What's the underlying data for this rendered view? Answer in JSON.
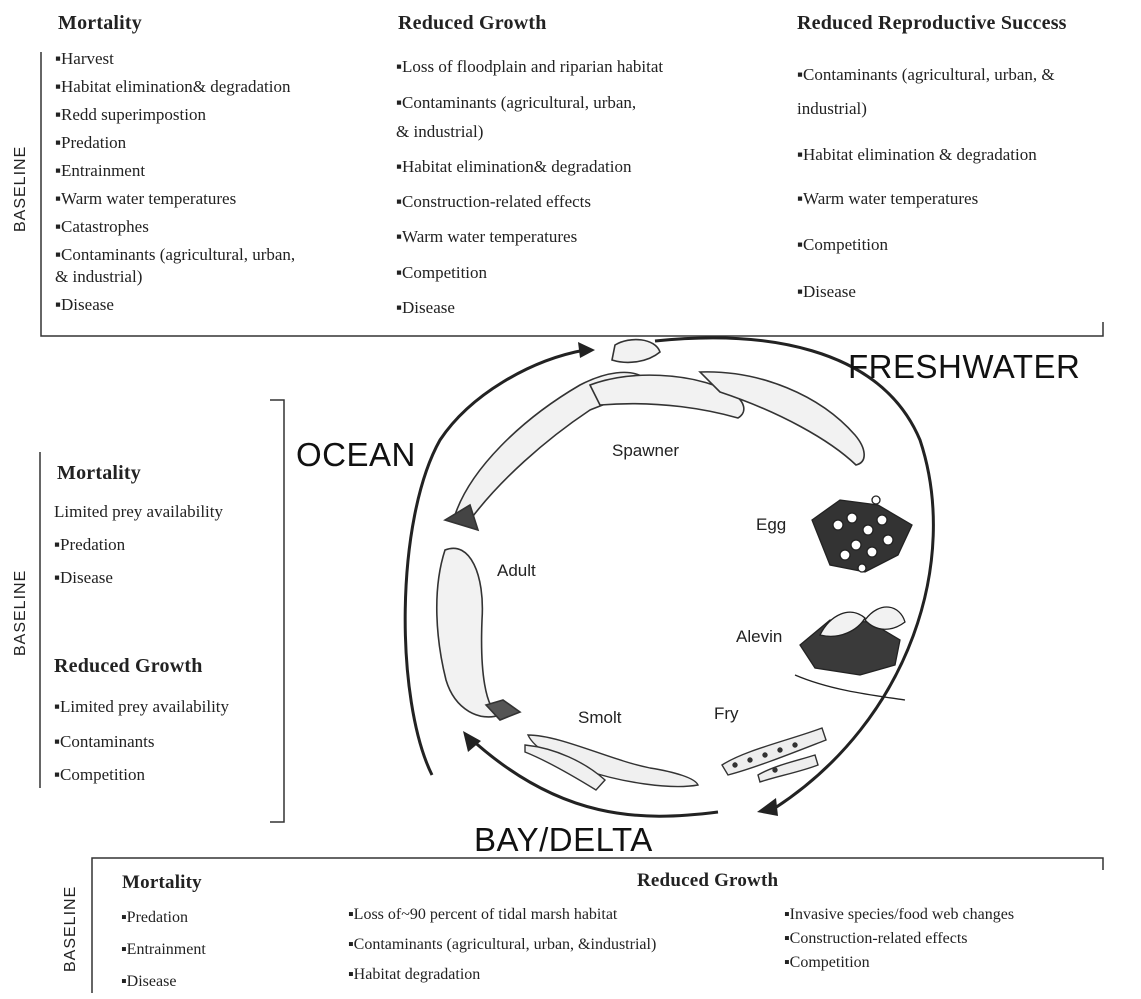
{
  "regions": {
    "freshwater": "FRESHWATER",
    "ocean": "OCEAN",
    "bay_delta": "BAY/DELTA"
  },
  "stages": [
    "Spawner",
    "Egg",
    "Alevin",
    "Fry",
    "Smolt",
    "Adult"
  ],
  "baseline_label": "BASELINE",
  "freshwater": {
    "mortality": {
      "heading": "Mortality",
      "items": [
        "▪Harvest",
        "▪Habitat elimination& degradation",
        "▪Redd superimpostion",
        "▪Predation",
        "▪Entrainment",
        "▪Warm water temperatures",
        "▪Catastrophes",
        "▪Contaminants (agricultural, urban,",
        "& industrial)",
        "▪Disease"
      ]
    },
    "growth": {
      "heading": "Reduced Growth",
      "items": [
        "▪Loss of floodplain and riparian habitat",
        "▪Contaminants (agricultural, urban,",
        "& industrial)",
        "▪Habitat elimination& degradation",
        "▪Construction-related effects",
        "▪Warm water temperatures",
        "▪Competition",
        "▪Disease"
      ]
    },
    "reproduction": {
      "heading": "Reduced Reproductive Success",
      "items": [
        "▪Contaminants (agricultural, urban, &",
        "industrial)",
        "▪Habitat elimination & degradation",
        "▪Warm water temperatures",
        "▪Competition",
        "▪Disease"
      ]
    }
  },
  "ocean": {
    "mortality": {
      "heading": "Mortality",
      "items": [
        "Limited prey availability",
        "▪Predation",
        "▪Disease"
      ]
    },
    "growth": {
      "heading": "Reduced Growth",
      "items": [
        "▪Limited prey availability",
        "▪Contaminants",
        "▪Competition"
      ]
    }
  },
  "bay": {
    "mortality": {
      "heading": "Mortality",
      "items": [
        "▪Predation",
        "▪Entrainment",
        "▪Disease"
      ]
    },
    "growth": {
      "heading": "Reduced Growth",
      "col1": [
        "▪Loss of~90 percent of tidal marsh habitat",
        "▪Contaminants (agricultural, urban, &industrial)",
        "▪Habitat degradation"
      ],
      "col2": [
        "▪Invasive species/food web changes",
        "▪Construction-related effects",
        "▪Competition"
      ]
    }
  }
}
